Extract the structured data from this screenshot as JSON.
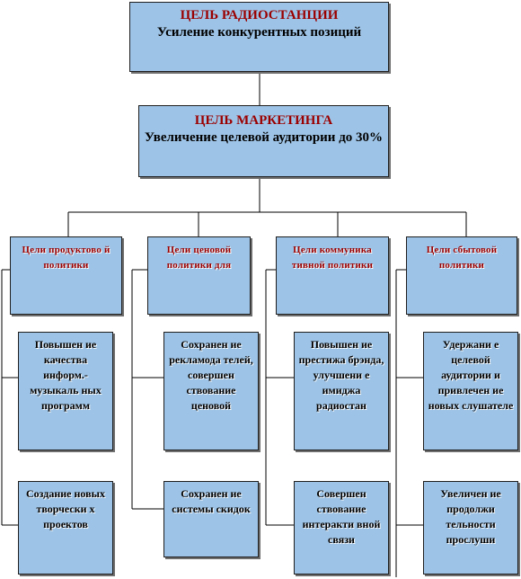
{
  "station_goal": {
    "title": "ЦЕЛЬ РАДИОСТАНЦИИ",
    "text": "Усиление  конкурентных позиций"
  },
  "marketing_goal": {
    "title": "ЦЕЛЬ МАРКЕТИНГА",
    "text": "Увеличение  целевой аудитории  до 30%"
  },
  "groups": [
    {
      "title": "Цели продуктово й политики",
      "items": [
        "Повышен ие качества информ.-музыкаль ных программ",
        "Создание новых творчески х проектов"
      ]
    },
    {
      "title": "Цели ценовой политики для",
      "items": [
        "Сохранен ие рекламода телей, совершен ствование ценовой",
        "Сохранен ие системы скидок"
      ]
    },
    {
      "title": "Цели коммуника тивной политики",
      "items": [
        "Повышен ие престижа брэнда, улучшени е имиджа радиостан",
        "Совершен ствование интеракти вной связи"
      ]
    },
    {
      "title": "Цели сбытовой политики",
      "items": [
        "Удержани е целевой аудитории и привлечен ие новых слушателе",
        "Увеличен ие продолжи тельности прослуши"
      ]
    }
  ]
}
